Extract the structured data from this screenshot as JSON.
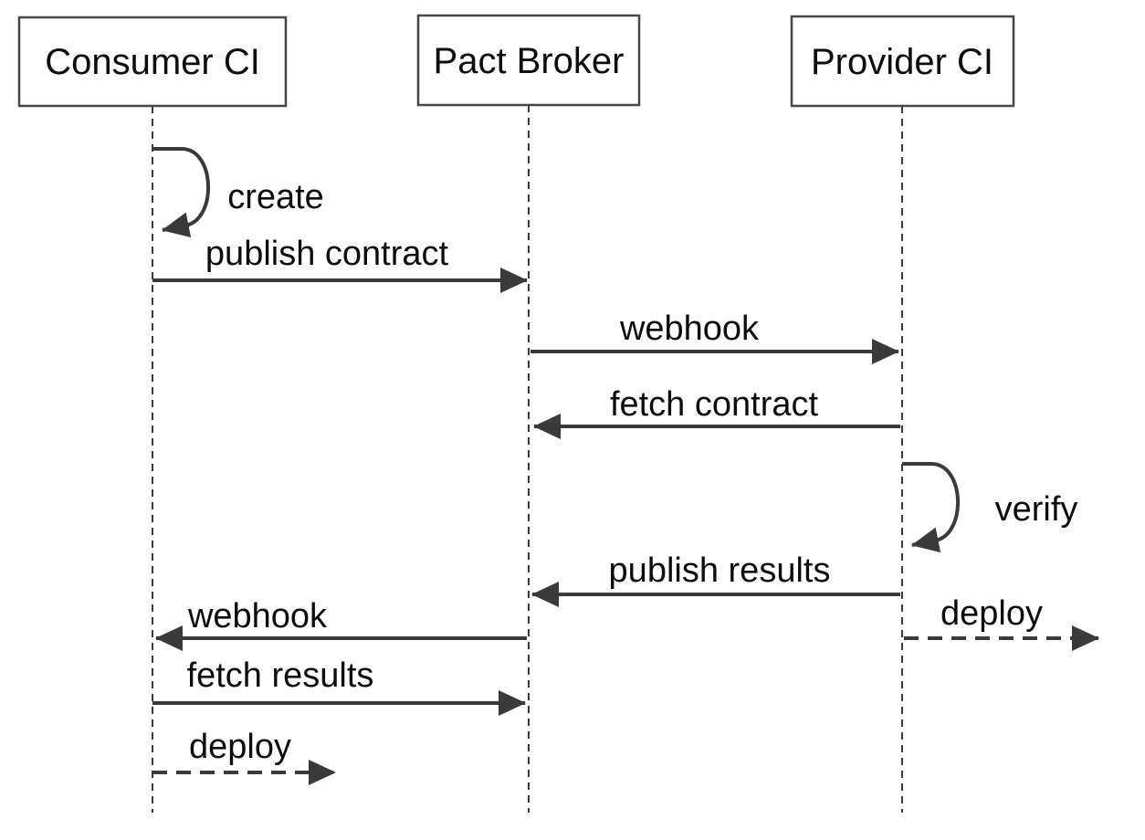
{
  "diagram": {
    "type": "sequence-diagram",
    "colors": {
      "background": "#ffffff",
      "box_border": "#474747",
      "line": "#3a3a3a",
      "text": "#0d0d0d"
    },
    "actors": [
      {
        "id": "consumer-ci",
        "label": "Consumer CI"
      },
      {
        "id": "pact-broker",
        "label": "Pact Broker"
      },
      {
        "id": "provider-ci",
        "label": "Provider CI"
      }
    ],
    "messages": [
      {
        "label": "create",
        "from": "Consumer CI",
        "to": "Consumer CI",
        "style": "self-loop"
      },
      {
        "label": "publish contract",
        "from": "Consumer CI",
        "to": "Pact Broker",
        "style": "solid"
      },
      {
        "label": "webhook",
        "from": "Pact Broker",
        "to": "Provider CI",
        "style": "solid"
      },
      {
        "label": "fetch contract",
        "from": "Provider CI",
        "to": "Pact Broker",
        "style": "solid"
      },
      {
        "label": "verify",
        "from": "Provider CI",
        "to": "Provider CI",
        "style": "self-loop"
      },
      {
        "label": "publish results",
        "from": "Provider CI",
        "to": "Pact Broker",
        "style": "solid"
      },
      {
        "label": "webhook",
        "from": "Pact Broker",
        "to": "Consumer CI",
        "style": "solid"
      },
      {
        "label": "deploy",
        "from": "Provider CI",
        "to": "",
        "style": "dashed"
      },
      {
        "label": "fetch results",
        "from": "Consumer CI",
        "to": "Pact Broker",
        "style": "solid"
      },
      {
        "label": "deploy",
        "from": "Consumer CI",
        "to": "",
        "style": "dashed"
      }
    ]
  }
}
